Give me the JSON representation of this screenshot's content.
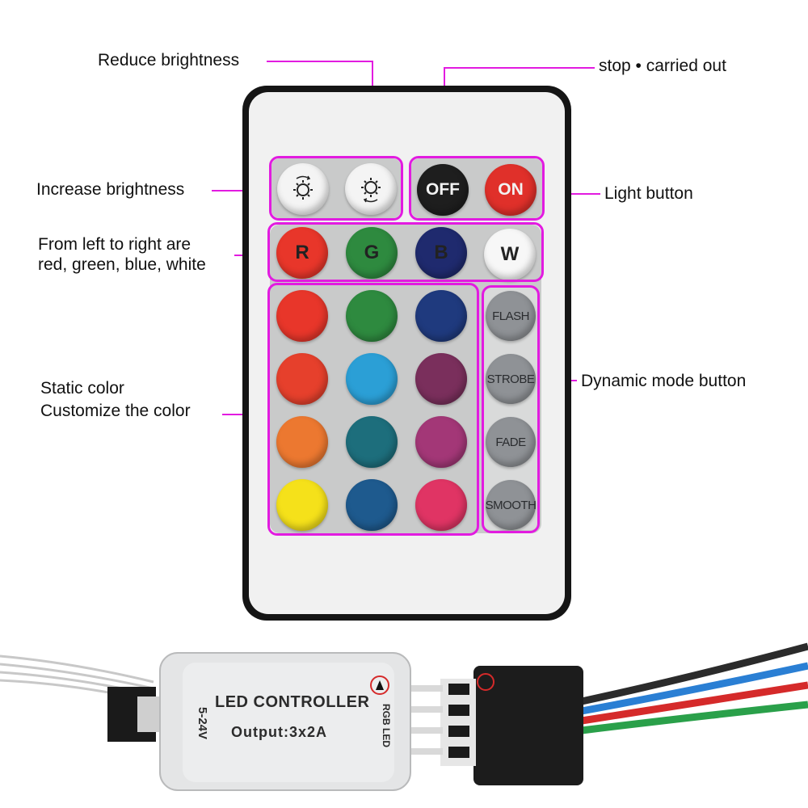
{
  "annotations": {
    "reduce_brightness": "Reduce brightness",
    "stop_carried_out": "stop • carried out",
    "increase_brightness": "Increase brightness",
    "light_button": "Light button",
    "rgbw_line1": "From left to right are",
    "rgbw_line2": "red, green, blue, white",
    "static_line1": "Static color",
    "static_line2": "Customize the color",
    "dynamic_mode": "Dynamic mode button"
  },
  "remote": {
    "off_label": "OFF",
    "on_label": "ON",
    "rgbw_labels": [
      "R",
      "G",
      "B",
      "W"
    ],
    "mode_labels": [
      "FLASH",
      "STROBE",
      "FADE",
      "SMOOTH"
    ],
    "color_grid": [
      [
        "#e8362a",
        "#2e8a3f",
        "#1f3a7e"
      ],
      [
        "#e6402c",
        "#2b9fd6",
        "#7a2f5c"
      ],
      [
        "#ec7830",
        "#1d6e7c",
        "#a33777"
      ],
      [
        "#f5e11a",
        "#1e5a8e",
        "#e03464"
      ]
    ],
    "accent_color": "#e21be0"
  },
  "controller": {
    "title": "LED CONTROLLER",
    "output": "Output:3x2A",
    "voltage": "5-24V",
    "side_label": "RGB LED"
  }
}
